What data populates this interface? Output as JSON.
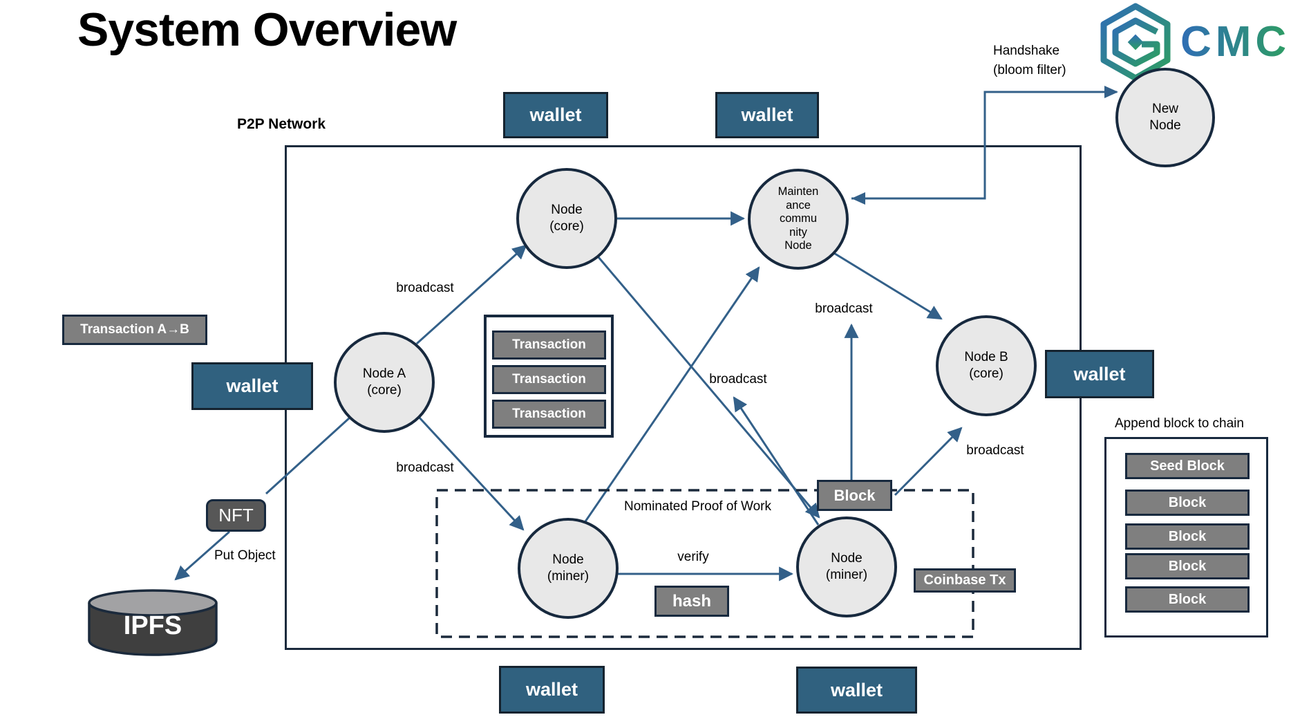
{
  "title": "System Overview",
  "logo": {
    "brand": "CMC"
  },
  "network": {
    "label": "P2P Network"
  },
  "wallets": {
    "label": "wallet"
  },
  "labels": {
    "broadcast": "broadcast",
    "verify": "verify",
    "hash": "hash",
    "block": "Block",
    "put_object": "Put Object",
    "nft": "NFT",
    "ipfs": "IPFS",
    "transaction_ab": "Transaction A→B",
    "coinbase": "Coinbase Tx",
    "handshake_line1": "Handshake",
    "handshake_line2": "(bloom filter)",
    "npow": "Nominated Proof of Work"
  },
  "mempool": {
    "items": [
      "Transaction",
      "Transaction",
      "Transaction"
    ]
  },
  "chain": {
    "title": "Append block to chain",
    "blocks": [
      "Seed Block",
      "Block",
      "Block",
      "Block",
      "Block"
    ]
  },
  "nodes": {
    "core": [
      "Node",
      "(core)"
    ],
    "maintenance": [
      "Mainten",
      "ance",
      "commu",
      "nity",
      "Node"
    ],
    "node_a": [
      "Node A",
      "(core)"
    ],
    "node_b": [
      "Node B",
      "(core)"
    ],
    "miner": [
      "Node",
      "(miner)"
    ],
    "new_node": [
      "New",
      "Node"
    ]
  },
  "colors": {
    "accent_line": "#336089",
    "wallet_bg": "#30617F",
    "dark_border": "#17293E",
    "gray_box": "#7F7F7F",
    "circle_fill": "#E8E8E8",
    "nft_bg": "#575757",
    "ipfs_body": "#3F3F3F",
    "logo_blue": "#2F6DB5",
    "logo_green": "#2E9E62"
  }
}
